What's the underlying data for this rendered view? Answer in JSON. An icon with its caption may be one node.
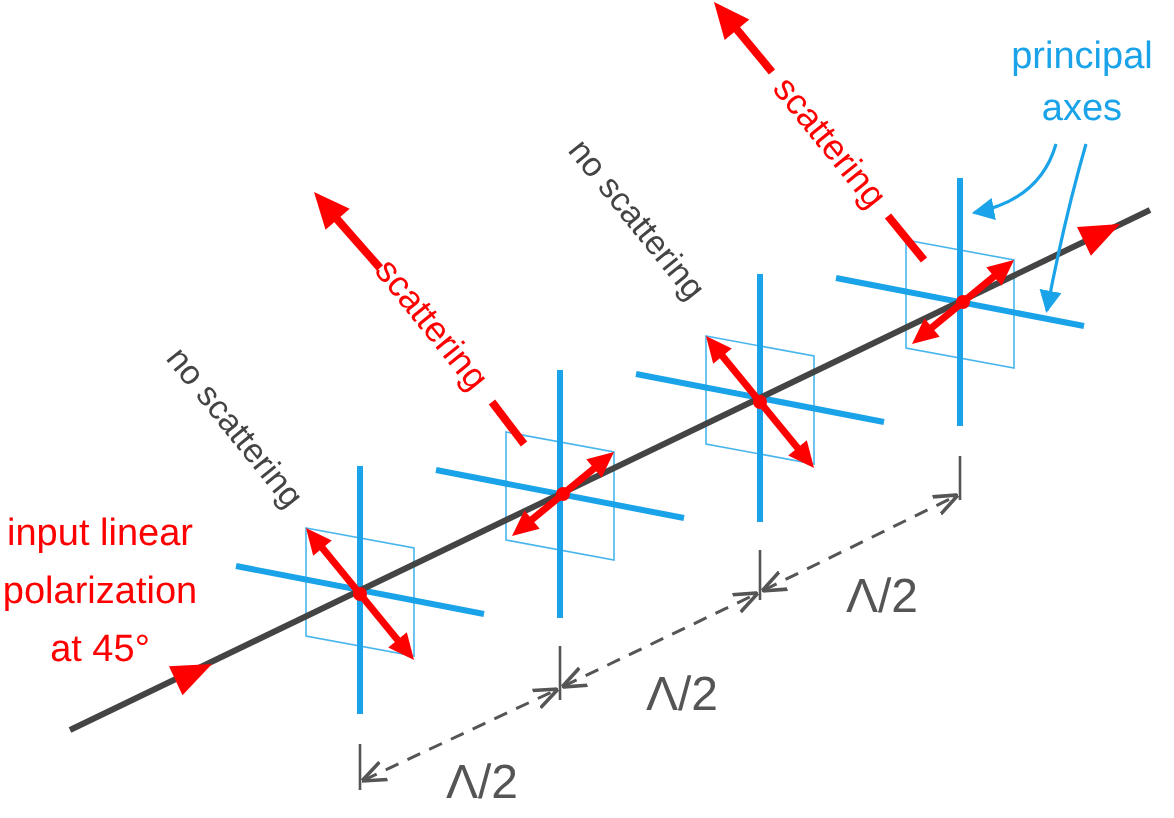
{
  "diagram": {
    "nodes": [
      {
        "text": [
          "principal axes"
        ]
      },
      {
        "text": [],
        "shape": "line"
      },
      {
        "text": [],
        "shape": "line"
      }
    ],
    "edges": [
      {
        "from": 0,
        "to": 2,
        "arrow": "to"
      },
      {
        "from": 0,
        "to": 1,
        "arrow": "to"
      }
    ],
    "labels": [
      "input linear polarization at 45°",
      "no scattering",
      "scattering",
      "no scattering",
      "scattering",
      "Λ/2",
      "Λ/2",
      "Λ/2"
    ]
  }
}
